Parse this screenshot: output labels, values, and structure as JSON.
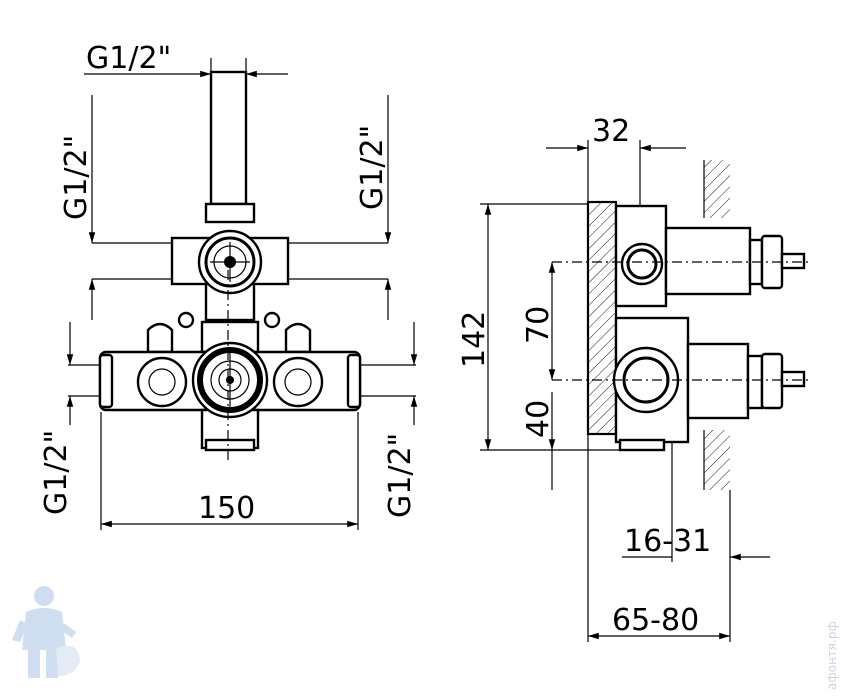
{
  "labels": {
    "thread_top": "G1/2\"",
    "thread_left_upper": "G1/2\"",
    "thread_right_upper": "G1/2\"",
    "thread_left_lower": "G1/2\"",
    "thread_right_lower": "G1/2\"",
    "width_150": "150",
    "depth_32": "32",
    "height_142": "142",
    "spacing_70": "70",
    "offset_40": "40",
    "range_16_31": "16-31",
    "range_65_80": "65-80"
  },
  "watermark": {
    "text": "афонтя.рф"
  },
  "colors": {
    "line": "#000000",
    "watermark": "#c9d6e6"
  }
}
